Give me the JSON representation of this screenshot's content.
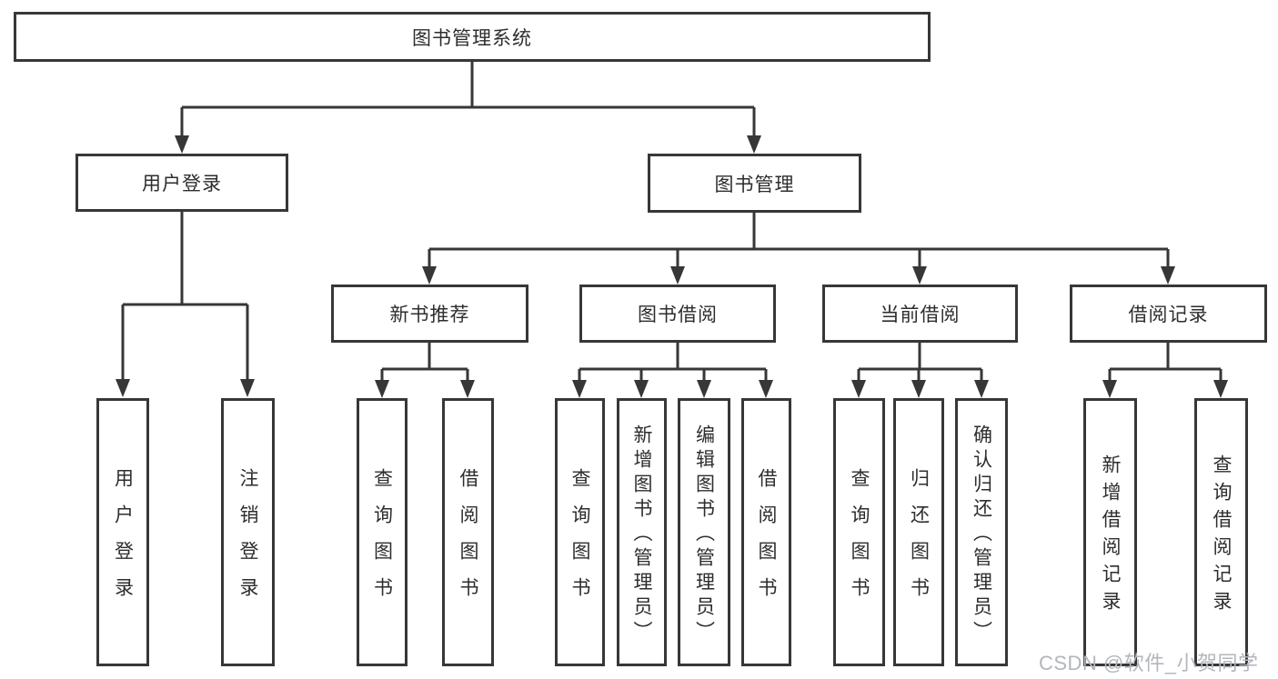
{
  "diagram": {
    "root": {
      "label": "图书管理系统"
    },
    "level2": [
      {
        "label": "用户登录"
      },
      {
        "label": "图书管理"
      }
    ],
    "level3": [
      {
        "label": "新书推荐"
      },
      {
        "label": "图书借阅"
      },
      {
        "label": "当前借阅"
      },
      {
        "label": "借阅记录"
      }
    ],
    "leaves": {
      "user_login": [
        {
          "label": "用户登录"
        },
        {
          "label": "注销登录"
        }
      ],
      "new_book_recommend": [
        {
          "label": "查询图书"
        },
        {
          "label": "借阅图书"
        }
      ],
      "book_borrow": [
        {
          "label": "查询图书"
        },
        {
          "label": "新增图书（管理员）"
        },
        {
          "label": "编辑图书（管理员）"
        },
        {
          "label": "借阅图书"
        }
      ],
      "current_borrow": [
        {
          "label": "查询图书"
        },
        {
          "label": "归还图书"
        },
        {
          "label": "确认归还（管理员）"
        }
      ],
      "borrow_records": [
        {
          "label": "新增借阅记录"
        },
        {
          "label": "查询借阅记录"
        }
      ]
    },
    "watermark": "CSDN @软件_小贺同学",
    "colors": {
      "line": "#373737",
      "text": "#2d2d2d",
      "watermark": "#b3b6bb",
      "background": "#ffffff"
    }
  }
}
